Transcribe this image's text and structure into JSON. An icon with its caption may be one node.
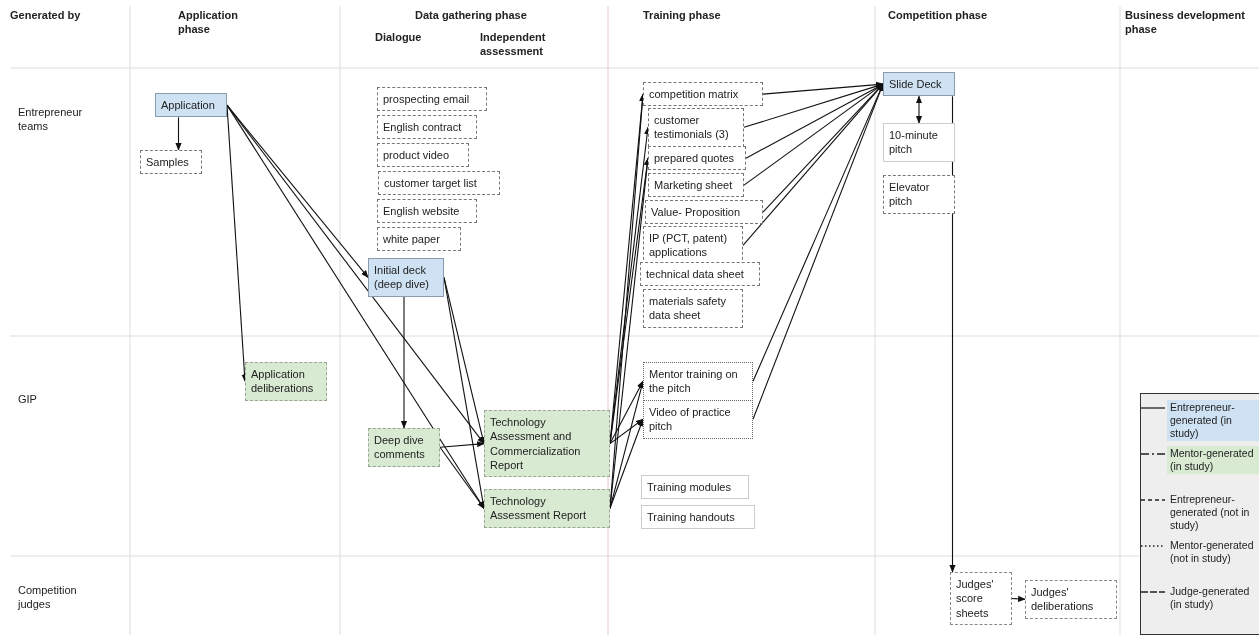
{
  "diagram": {
    "nodes": [
      {
        "text": [
          "Application"
        ]
      },
      {
        "text": [
          "Samples"
        ]
      },
      {
        "text": [
          "Application deliberations"
        ]
      },
      {
        "text": [
          "prospecting email"
        ]
      },
      {
        "text": [
          "English contract"
        ]
      },
      {
        "text": [
          "product video"
        ]
      },
      {
        "text": [
          "customer target list"
        ]
      },
      {
        "text": [
          "English website"
        ]
      },
      {
        "text": [
          "white paper"
        ]
      },
      {
        "text": [
          "Initial deck (deep dive)"
        ]
      },
      {
        "text": [
          "Deep dive comments"
        ]
      },
      {
        "text": [
          "Technology Assessment and Commercialization Report"
        ]
      },
      {
        "text": [
          "Technology Assessment Report"
        ]
      },
      {
        "text": [
          "competition matrix"
        ]
      },
      {
        "text": [
          "customer testimonials (3)"
        ]
      },
      {
        "text": [
          "prepared quotes"
        ]
      },
      {
        "text": [
          "Marketing sheet"
        ]
      },
      {
        "text": [
          "Value- Proposition"
        ]
      },
      {
        "text": [
          "IP (PCT, patent) applications"
        ]
      },
      {
        "text": [
          "technical data sheet"
        ]
      },
      {
        "text": [
          "materials safety data sheet"
        ]
      },
      {
        "text": [
          "Mentor training on the pitch"
        ]
      },
      {
        "text": [
          "Video of practice pitch"
        ]
      },
      {
        "text": [
          "Training modules"
        ]
      },
      {
        "text": [
          "Training handouts"
        ]
      },
      {
        "text": [
          "Slide Deck"
        ]
      },
      {
        "text": [
          "10-minute pitch"
        ]
      },
      {
        "text": [
          "Elevator pitch"
        ]
      },
      {
        "text": [
          "Judges' score sheets"
        ]
      },
      {
        "text": [
          "Judges' deliberations"
        ]
      }
    ],
    "edges": [
      {
        "from": 0,
        "to": 1,
        "arrow": "to"
      },
      {
        "from": 0,
        "to": 2,
        "arrow": "to"
      },
      {
        "from": 0,
        "to": 9,
        "arrow": "to"
      },
      {
        "from": 0,
        "to": 11,
        "arrow": "to"
      },
      {
        "from": 0,
        "to": 12,
        "arrow": "to"
      },
      {
        "from": 9,
        "to": 10,
        "arrow": "to"
      },
      {
        "from": 9,
        "to": 11,
        "arrow": "to"
      },
      {
        "from": 9,
        "to": 12,
        "arrow": "to"
      },
      {
        "from": 10,
        "to": 11,
        "arrow": "to"
      },
      {
        "from": 10,
        "to": 12,
        "arrow": "to"
      },
      {
        "from": 11,
        "to": 13,
        "arrow": "to"
      },
      {
        "from": 11,
        "to": 14,
        "arrow": "to"
      },
      {
        "from": 11,
        "to": 15,
        "arrow": "to"
      },
      {
        "from": 11,
        "to": 21,
        "arrow": "to"
      },
      {
        "from": 11,
        "to": 22,
        "arrow": "to"
      },
      {
        "from": 12,
        "to": 13,
        "arrow": "to"
      },
      {
        "from": 12,
        "to": 15,
        "arrow": "to"
      },
      {
        "from": 12,
        "to": 21,
        "arrow": "to"
      },
      {
        "from": 12,
        "to": 22,
        "arrow": "to"
      },
      {
        "from": 13,
        "to": 25,
        "arrow": "to"
      },
      {
        "from": 14,
        "to": 25,
        "arrow": "to"
      },
      {
        "from": 15,
        "to": 25,
        "arrow": "to"
      },
      {
        "from": 16,
        "to": 25,
        "arrow": "to"
      },
      {
        "from": 17,
        "to": 25,
        "arrow": "to"
      },
      {
        "from": 18,
        "to": 25,
        "arrow": "to"
      },
      {
        "from": 21,
        "to": 25,
        "arrow": "to"
      },
      {
        "from": 22,
        "to": 25,
        "arrow": "to"
      },
      {
        "from": 25,
        "to": 26,
        "arrow": "both"
      },
      {
        "from": 25,
        "to": 28,
        "arrow": "to"
      },
      {
        "from": 28,
        "to": 29,
        "arrow": "to"
      }
    ],
    "labels": [
      "Generated by",
      "Application phase",
      "Data gathering phase",
      "Dialogue",
      "Independent assessment",
      "Training phase",
      "Competition phase",
      "Business development phase",
      "Entrepreneur teams",
      "GIP",
      "Competition judges"
    ],
    "legend": [
      {
        "text": "Entrepreneur-generated (in study)",
        "color": "#cfe2f3"
      },
      {
        "text": "Mentor-generated (in study)",
        "color": "#d9ead3"
      },
      {
        "text": "Entrepreneur-generated (not in study)"
      },
      {
        "text": "Mentor-generated (not in study)"
      },
      {
        "text": "Judge-generated (in study)"
      }
    ]
  }
}
